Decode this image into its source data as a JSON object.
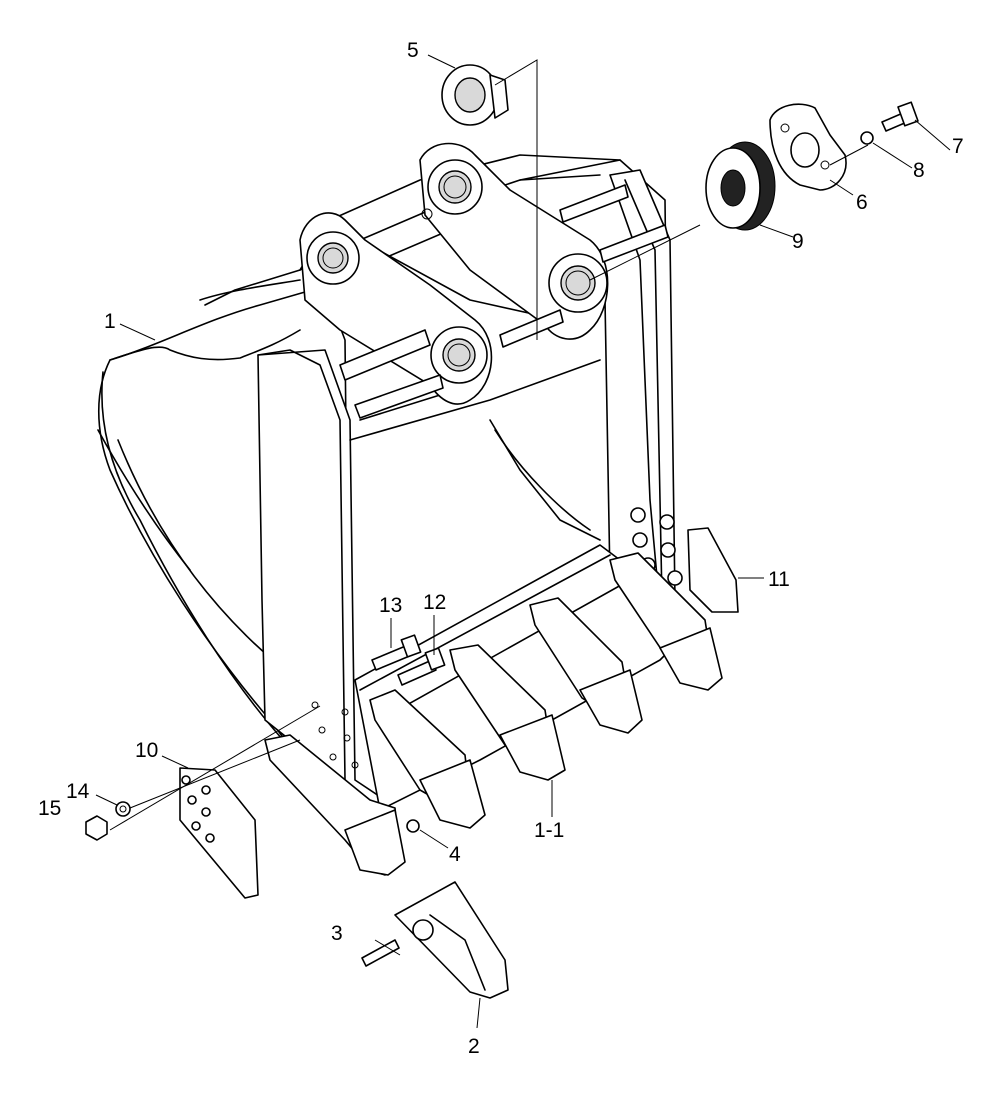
{
  "callouts": [
    {
      "id": "1",
      "text": "1"
    },
    {
      "id": "1-1",
      "text": "1-1"
    },
    {
      "id": "2",
      "text": "2"
    },
    {
      "id": "3",
      "text": "3"
    },
    {
      "id": "4",
      "text": "4"
    },
    {
      "id": "5",
      "text": "5"
    },
    {
      "id": "6",
      "text": "6"
    },
    {
      "id": "7",
      "text": "7"
    },
    {
      "id": "8",
      "text": "8"
    },
    {
      "id": "9",
      "text": "9"
    },
    {
      "id": "10",
      "text": "10"
    },
    {
      "id": "11",
      "text": "11"
    },
    {
      "id": "12",
      "text": "12"
    },
    {
      "id": "13",
      "text": "13"
    },
    {
      "id": "14",
      "text": "14"
    },
    {
      "id": "15",
      "text": "15"
    }
  ]
}
